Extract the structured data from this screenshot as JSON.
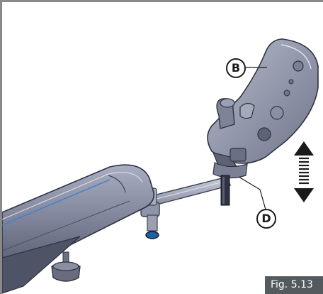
{
  "diagram": {
    "callouts": {
      "b": "B",
      "d": "D"
    },
    "figure_label": "Fig. 5.13"
  }
}
